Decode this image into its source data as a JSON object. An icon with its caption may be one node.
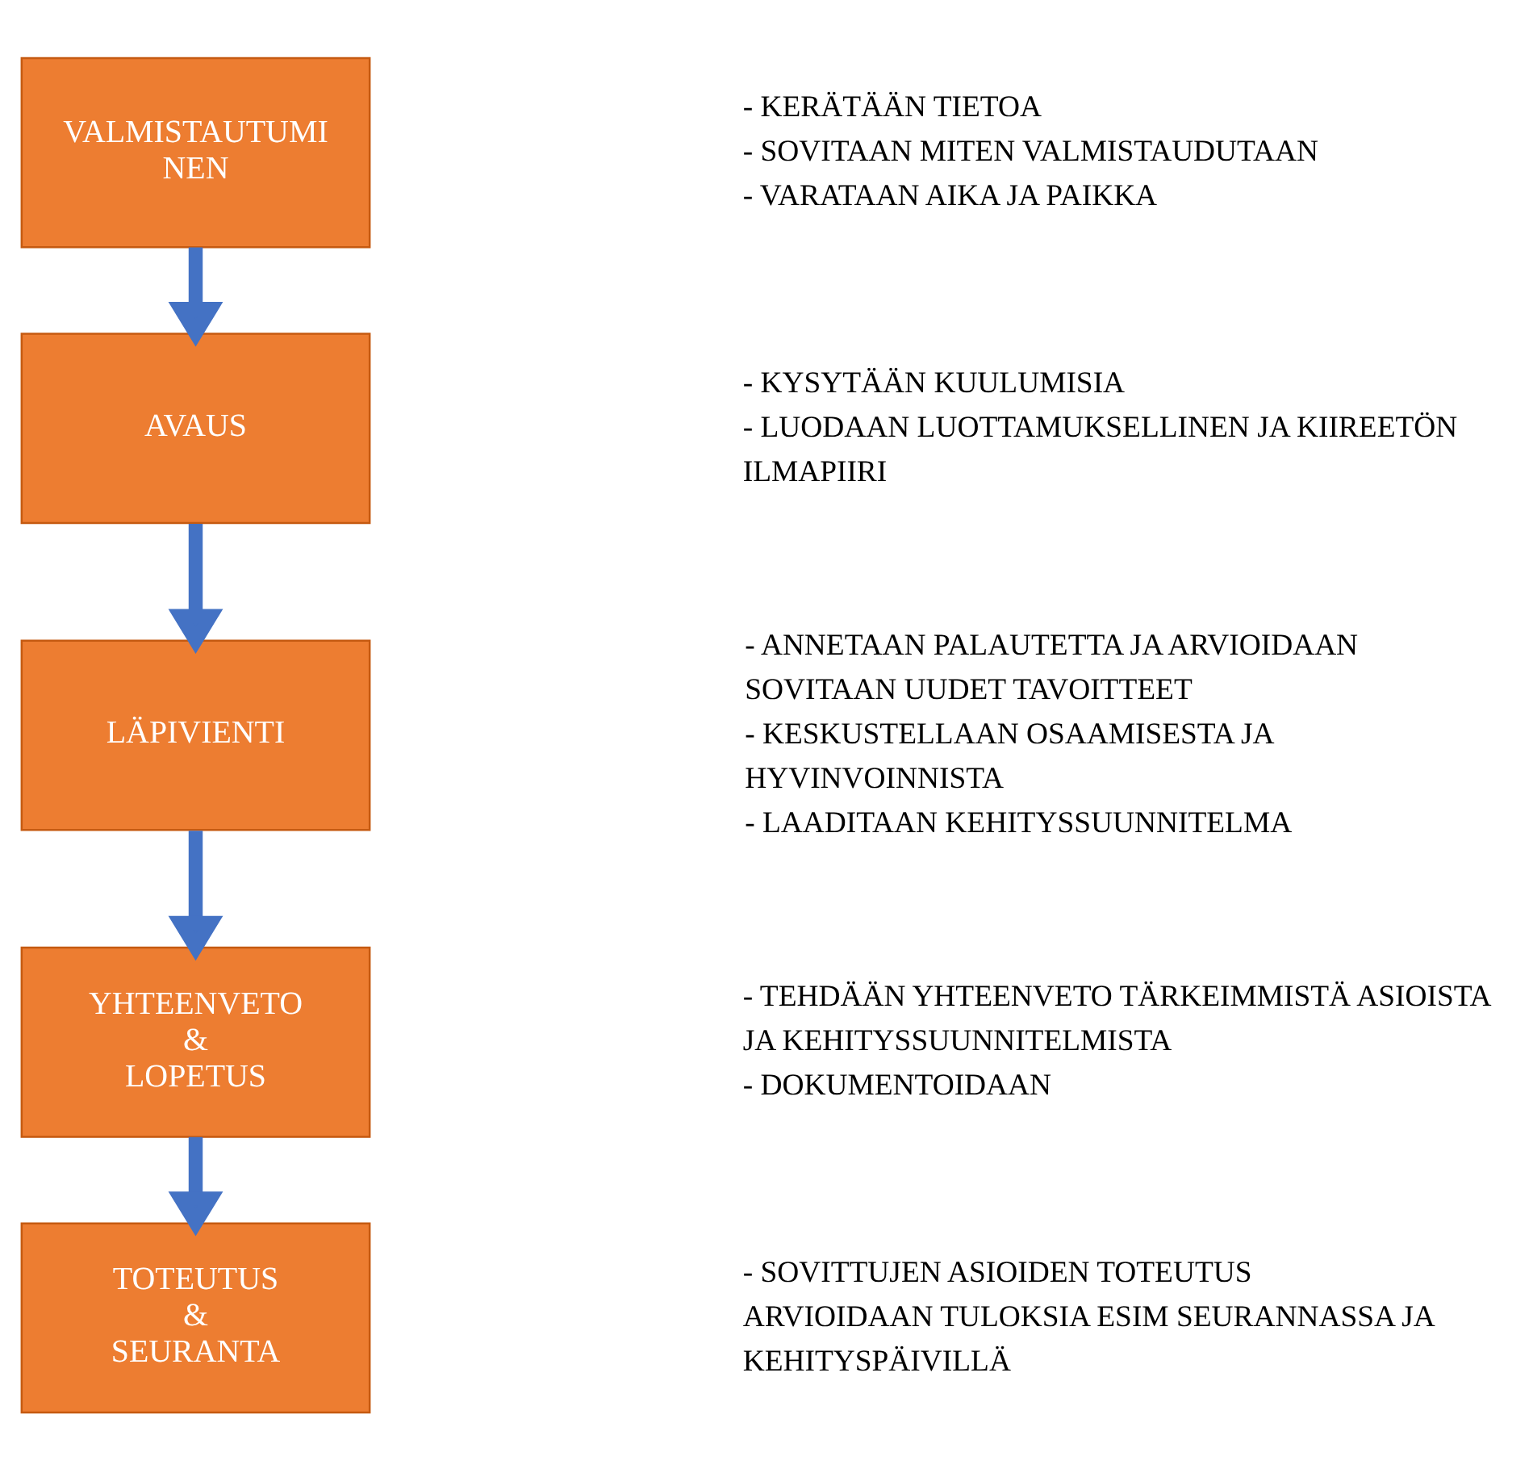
{
  "diagram": {
    "nodes": [
      {
        "text": [
          "VALMISTAUTUMI NEN"
        ],
        "beside": [
          "- KERÄTÄÄN TIETOA",
          "- SOVITAAN MITEN VALMISTAUDUTAAN",
          "- VARATAAN AIKA JA PAIKKA"
        ]
      },
      {
        "text": [
          "AVAUS"
        ],
        "beside": [
          "- KYSYTÄÄN KUULUMISIA",
          "- LUODAAN LUOTTAMUKSELLINEN JA KIIREETÖN ILMAPIIRI"
        ]
      },
      {
        "text": [
          "LÄPIVIENTI"
        ],
        "beside": [
          "- ANNETAAN PALAUTETTA JA ARVIOIDAAN SOVITAAN UUDET TAVOITTEET",
          "- KESKUSTELLAAN OSAAMISESTA JA HYVINVOINNISTA",
          "- LAADITAAN KEHITYSSUUNNITELMA"
        ]
      },
      {
        "text": [
          "YHTEENVETO & LOPETUS"
        ],
        "beside": [
          "- TEHDÄÄN YHTEENVETO TÄRKEIMMISTÄ ASIOISTA JA KEHITYSSUUNNITELMISTA",
          "- DOKUMENTOIDAAN"
        ]
      },
      {
        "text": [
          "TOTEUTUS & SEURANTA"
        ],
        "beside": [
          "- SOVITTUJEN ASIOIDEN TOTEUTUS",
          "ARVIOIDAAN TULOKSIA ESIM SEURANNASSA JA KEHITYSPÄIVILLÄ"
        ]
      }
    ],
    "edges": [
      {
        "from": 0,
        "to": 1,
        "arrow": "to"
      },
      {
        "from": 1,
        "to": 2,
        "arrow": "to"
      },
      {
        "from": 2,
        "to": 3,
        "arrow": "to"
      },
      {
        "from": 3,
        "to": 4,
        "arrow": "to"
      }
    ]
  }
}
